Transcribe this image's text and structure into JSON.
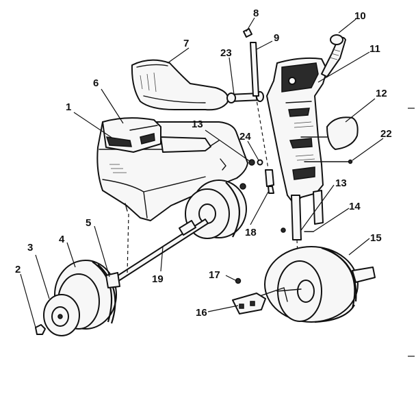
{
  "diagram": {
    "callouts": [
      {
        "id": "1",
        "label": "1"
      },
      {
        "id": "2",
        "label": "2"
      },
      {
        "id": "3",
        "label": "3"
      },
      {
        "id": "4",
        "label": "4"
      },
      {
        "id": "5",
        "label": "5"
      },
      {
        "id": "6",
        "label": "6"
      },
      {
        "id": "7",
        "label": "7"
      },
      {
        "id": "8",
        "label": "8"
      },
      {
        "id": "9",
        "label": "9"
      },
      {
        "id": "10",
        "label": "10"
      },
      {
        "id": "11",
        "label": "11"
      },
      {
        "id": "12",
        "label": "12"
      },
      {
        "id": "13a",
        "label": "13"
      },
      {
        "id": "13b",
        "label": "13"
      },
      {
        "id": "14",
        "label": "14"
      },
      {
        "id": "15",
        "label": "15"
      },
      {
        "id": "16",
        "label": "16"
      },
      {
        "id": "17",
        "label": "17"
      },
      {
        "id": "18",
        "label": "18"
      },
      {
        "id": "19",
        "label": "19"
      },
      {
        "id": "22",
        "label": "22"
      },
      {
        "id": "23",
        "label": "23"
      },
      {
        "id": "24",
        "label": "24"
      }
    ]
  }
}
